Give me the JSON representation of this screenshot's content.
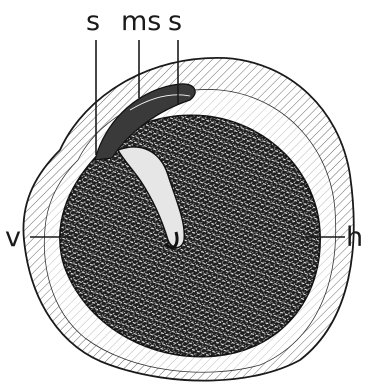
{
  "labels": {
    "s_left": "s",
    "ms": "ms",
    "s_right": "s",
    "v": "v",
    "h": "h"
  },
  "colors": {
    "ink": "#1a1a1a",
    "paper": "#ffffff",
    "hatch": "#555555"
  }
}
